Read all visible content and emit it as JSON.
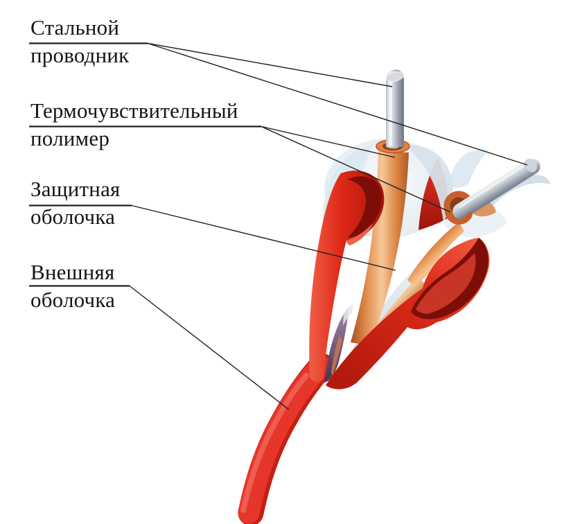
{
  "figure": {
    "description": "Cutaway illustration of a thermosensitive fire-detection cable with labelled layers",
    "background_color": "#ffffff",
    "text_color": "#141414",
    "leader_line_color": "#1f1f1f",
    "labels": [
      {
        "name": "steel-conductor",
        "line1": "Стальной",
        "line2": "проводник"
      },
      {
        "name": "thermosensitive-polymer",
        "line1": "Термочувствительный",
        "line2": "полимер"
      },
      {
        "name": "protective-sheath",
        "line1": "Защитная",
        "line2": "оболочка"
      },
      {
        "name": "outer-sheath",
        "line1": "Внешняя",
        "line2": "оболочка"
      }
    ],
    "colors": {
      "outer_sheath_red": "#e23122",
      "outer_sheath_red_dark": "#7c0e07",
      "outer_sheath_red_light": "#f2684f",
      "polymer_orange": "#e08a4c",
      "polymer_orange_light": "#f7c898",
      "polymer_orange_dark": "#a5521f",
      "steel_gray": "#8f97a3",
      "steel_gray_light": "#eef0f3",
      "protective_sheath_blue_white": "#c6d5e0"
    }
  }
}
